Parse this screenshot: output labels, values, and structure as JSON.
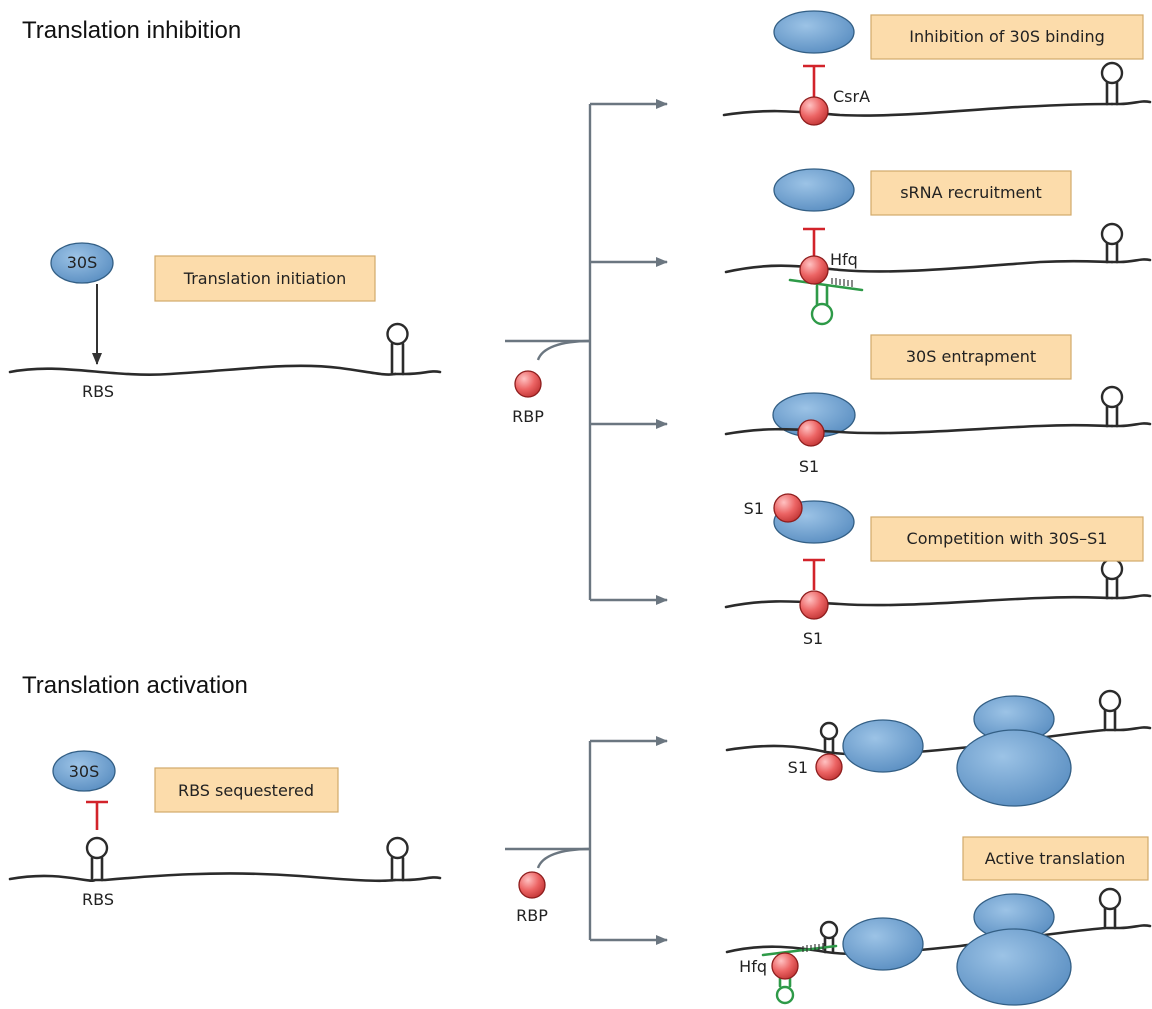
{
  "sections": {
    "inhibition_title": "Translation inhibition",
    "activation_title": "Translation activation"
  },
  "inhibition": {
    "ribosome_label": "30S",
    "box_label": "Translation initiation",
    "rbs_label": "RBS",
    "rbp_label": "RBP",
    "outcomes": {
      "csra_box": "Inhibition of 30S binding",
      "csra_label": "CsrA",
      "srna_box": "sRNA recruitment",
      "hfq_label": "Hfq",
      "entrap_box": "30S entrapment",
      "entrap_s1_label": "S1",
      "compete_box": "Competition with 30S–S1",
      "compete_s1_top_label": "S1",
      "compete_s1_bottom_label": "S1"
    }
  },
  "activation": {
    "ribosome_label": "30S",
    "box_label": "RBS sequestered",
    "rbs_label": "RBS",
    "rbp_label": "RBP",
    "outcomes": {
      "s1_label": "S1",
      "active_box": "Active translation",
      "hfq_label": "Hfq"
    }
  },
  "colors": {
    "ribosome": "#6b9ccc",
    "rbp": "#e65b5b",
    "inhibition_bar": "#d2232a",
    "label_box": "#fcdcab",
    "srna": "#2e9a48",
    "arrow": "#6b7680"
  }
}
